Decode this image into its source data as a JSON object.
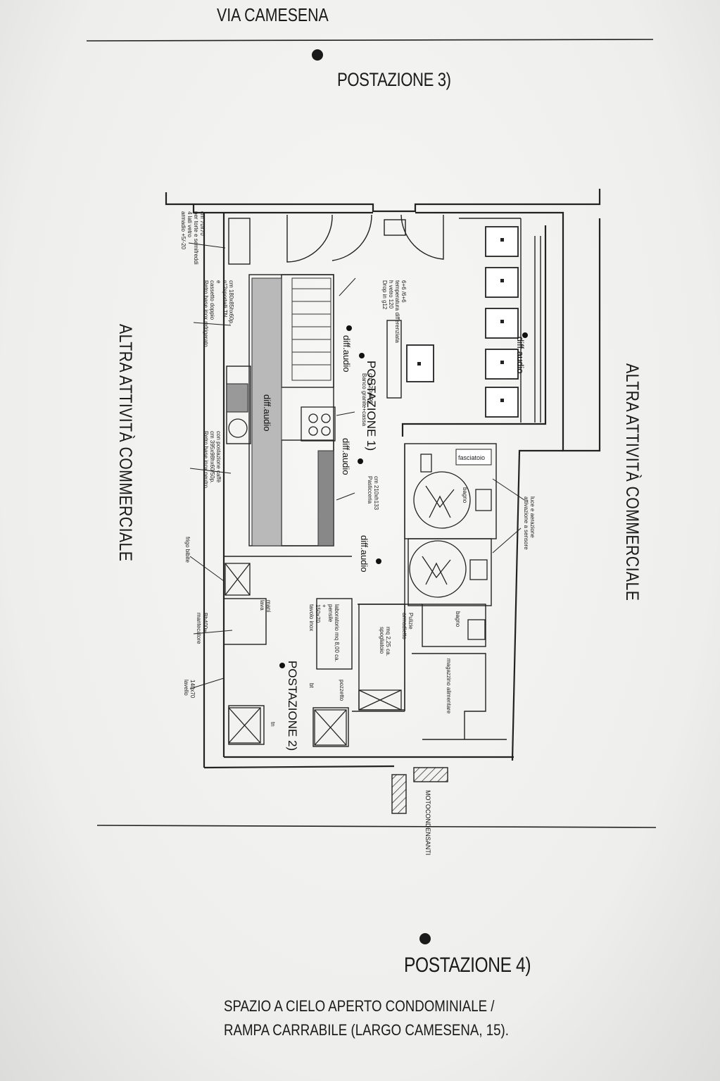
{
  "street_top": "VIA CAMESENA",
  "stations": {
    "p1": "POSTAZIONE 1)",
    "p2": "POSTAZIONE 2)",
    "p3": "POSTAZIONE 3)",
    "p4": "POSTAZIONE 4)"
  },
  "neighbors": {
    "left": "ALTRA ATTIVITÀ COMMERCIALE",
    "right": "ALTRA ATTIVITÀ COMMERCIALE"
  },
  "footer": {
    "line1": "SPAZIO A CIELO APERTO CONDOMINIALE /",
    "line2": "RAMPA CARRABILE (LARGO CAMESENA, 15)."
  },
  "motocondensanti": "MOTOCONDENSANTI",
  "audio_label": "diff.audio",
  "annotations": {
    "armadio": [
      "armadio +5/-20",
      "4 lati vetro",
      "per torte e semifreddi",
      "cm 70x70"
    ],
    "retro_refrig": [
      "Retro base inox refrigerato",
      "cassetto doppio",
      "e",
      "n°2sportelli TN",
      "cm 180x85hx60p."
    ],
    "retro_neutro": [
      "Retro base inox neutro",
      "cm 395x98hx60/50p.",
      "con postazione caffè"
    ],
    "frigo": "frigo bibite",
    "mantecatore": [
      "mantecatore",
      "Bh400w."
    ],
    "lava_mani": [
      "lava",
      "mani"
    ],
    "lavello": [
      "lavello",
      "140x70"
    ],
    "tavolo": [
      "tavolo inox",
      "150x70",
      "+",
      "pensile",
      "laboratorio mq 8,00 ca."
    ],
    "drop": [
      "Drop in g12",
      "h vetro 120",
      "temperatura differenziata",
      "6+6 /6+6"
    ],
    "banco": [
      "Banco granite+cassa",
      "cm 120xh96"
    ],
    "pasticceria": [
      "Pasticceria",
      "cm 210xh133"
    ],
    "spogliatoio": [
      "spogliatoio",
      "mq 2,25 ca."
    ],
    "armadietto": [
      "armadietto",
      "Pulizie"
    ],
    "magazzino": "magazzino alimentare",
    "fasciatoio": "fasciatoio",
    "bagno": "bagno",
    "sensore": [
      "attivazione a sensore",
      "luce e aerazione"
    ],
    "pozzetto": "pozzetto",
    "bt": "bt",
    "tn": "tn"
  }
}
